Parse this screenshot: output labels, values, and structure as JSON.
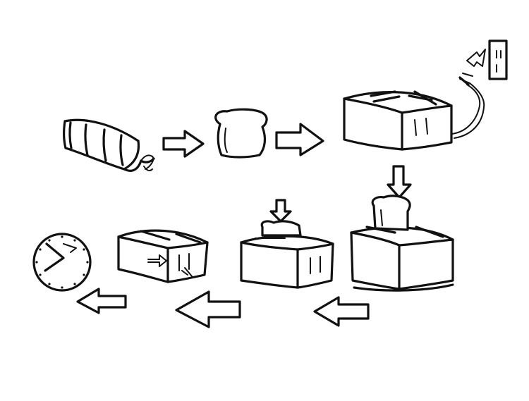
{
  "diagram": {
    "kind": "hand-drawn toast-making sequence",
    "ink_color": "#111111",
    "background": "#ffffff",
    "steps": [
      {
        "order": 1,
        "icon": "bread-loaf-icon"
      },
      {
        "order": 2,
        "icon": "bread-slice-icon"
      },
      {
        "order": 3,
        "icon": "toaster-plugged-in-icon"
      },
      {
        "order": 4,
        "icon": "toaster-insert-slice-icon"
      },
      {
        "order": 5,
        "icon": "toaster-press-lever-icon"
      },
      {
        "order": 6,
        "icon": "toaster-toasting-icon"
      },
      {
        "order": 7,
        "icon": "clock-icon"
      }
    ],
    "arrows": [
      {
        "from": 1,
        "to": 2,
        "icon": "right-arrow-icon"
      },
      {
        "from": 2,
        "to": 3,
        "icon": "right-arrow-icon"
      },
      {
        "from": 3,
        "to": 4,
        "icon": "down-arrow-icon"
      },
      {
        "from": 4,
        "to": 5,
        "icon": "left-arrow-icon"
      },
      {
        "from": 5,
        "to": 6,
        "icon": "left-arrow-icon"
      },
      {
        "from": 6,
        "to": 7,
        "icon": "left-arrow-icon"
      }
    ]
  }
}
